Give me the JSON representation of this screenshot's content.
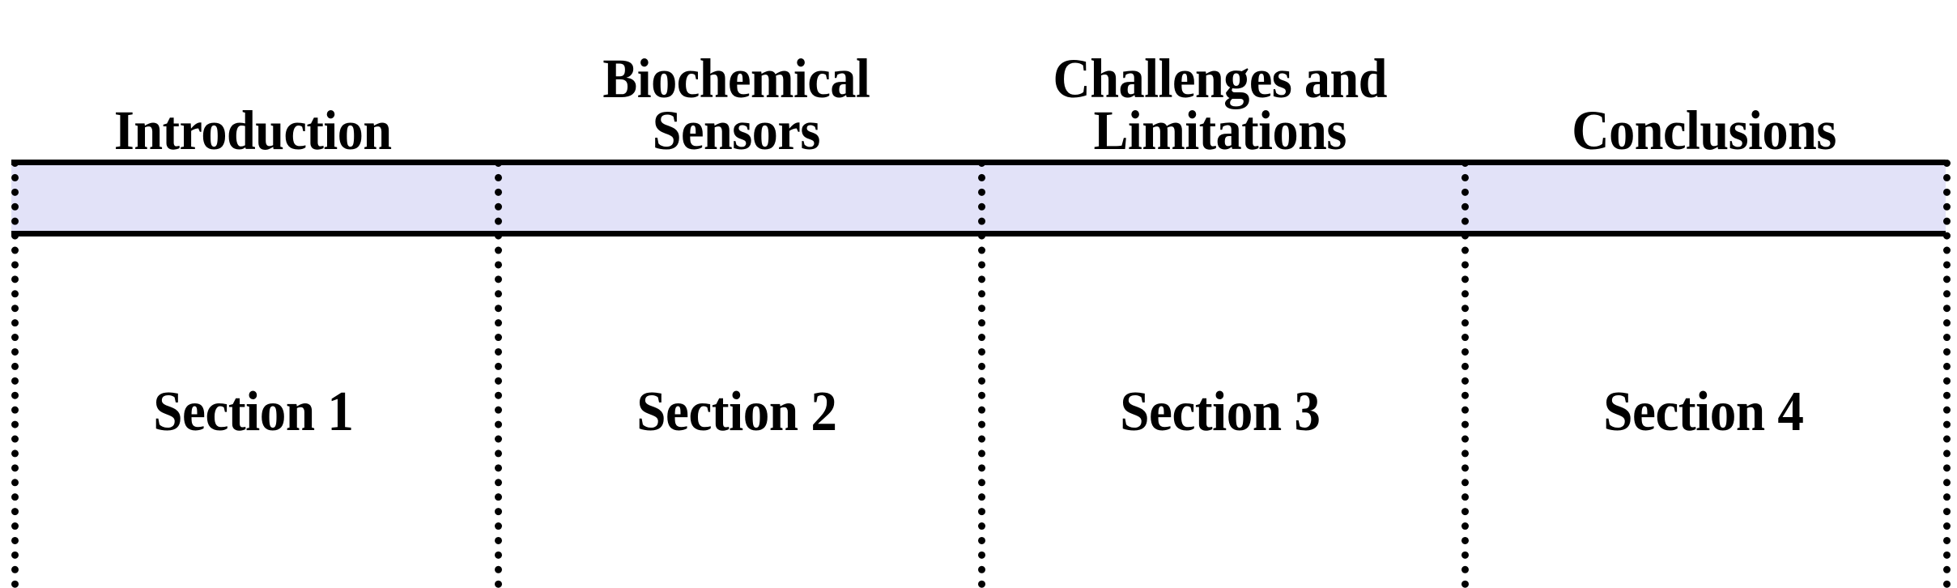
{
  "figure": {
    "type": "section-roadmap-diagram",
    "band_color": "#e2e2f8",
    "line_color": "#000000",
    "background_color": "#ffffff"
  },
  "columns": [
    {
      "header": "Introduction",
      "section_label": "Section 1"
    },
    {
      "header": "Biochemical\nSensors",
      "section_label": "Section 2"
    },
    {
      "header": "Challenges and\nLimitations",
      "section_label": "Section 3"
    },
    {
      "header": "Conclusions",
      "section_label": "Section 4"
    }
  ]
}
